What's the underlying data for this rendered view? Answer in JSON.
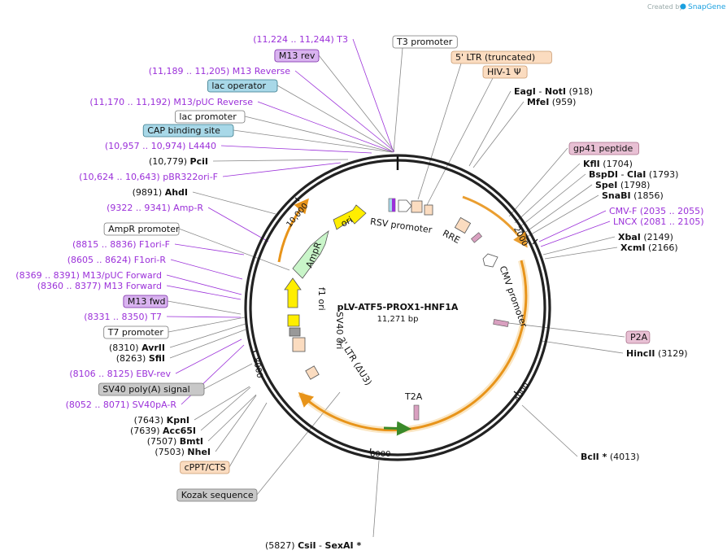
{
  "credit": {
    "prefix": "Created by",
    "brand": "SnapGene"
  },
  "plasmid": {
    "name": "pLV-ATF5-PROX1-HNF1A",
    "size": "11,271 bp"
  },
  "ring_ticks": [
    "2000",
    "4000",
    "6000",
    "8000",
    "10,000"
  ],
  "colors": {
    "backbone": "#222222",
    "primer": "#9b30d9",
    "feature_arrow": "#e8941a",
    "orf_green": "#3a8a2a"
  },
  "left_labels": [
    {
      "range": "(11,224 .. 11,244)",
      "name": "T3"
    },
    {
      "badge": "M13 rev"
    },
    {
      "range": "(11,189 .. 11,205)",
      "name": "M13 Reverse"
    },
    {
      "badge": "lac operator"
    },
    {
      "range": "(11,170 .. 11,192)",
      "name": "M13/pUC Reverse"
    },
    {
      "badge": "lac promoter"
    },
    {
      "badge": "CAP binding site"
    },
    {
      "range": "(10,957 .. 10,974)",
      "name": "L4440"
    },
    {
      "num": "(10,779)",
      "enzyme": "PciI"
    },
    {
      "range": "(10,624 .. 10,643)",
      "name": "pBR322ori-F"
    },
    {
      "num": "(9891)",
      "enzyme": "AhdI"
    },
    {
      "range": "(9322 .. 9341)",
      "name": "Amp-R"
    },
    {
      "badge": "AmpR promoter"
    },
    {
      "range": "(8815 .. 8836)",
      "name": "F1ori-F"
    },
    {
      "range": "(8605 .. 8624)",
      "name": "F1ori-R"
    },
    {
      "range": "(8369 .. 8391)",
      "name": "M13/pUC Forward"
    },
    {
      "range": "(8360 .. 8377)",
      "name": "M13 Forward"
    },
    {
      "badge": "M13 fwd"
    },
    {
      "range": "(8331 .. 8350)",
      "name": "T7"
    },
    {
      "badge": "T7 promoter"
    },
    {
      "num": "(8310)",
      "enzyme": "AvrII"
    },
    {
      "num": "(8263)",
      "enzyme": "SfiI"
    },
    {
      "range": "(8106 .. 8125)",
      "name": "EBV-rev"
    },
    {
      "badge": "SV40 poly(A) signal"
    },
    {
      "range": "(8052 .. 8071)",
      "name": "SV40pA-R"
    },
    {
      "num": "(7643)",
      "enzyme": "KpnI"
    },
    {
      "num": "(7639)",
      "enzyme": "Acc65I"
    },
    {
      "num": "(7507)",
      "enzyme": "BmtI"
    },
    {
      "num": "(7503)",
      "enzyme": "NheI"
    },
    {
      "badge": "cPPT/CTS"
    },
    {
      "badge": "Kozak sequence"
    }
  ],
  "top_labels": [
    {
      "badge": "T3 promoter"
    },
    {
      "badge": "5' LTR (truncated)"
    },
    {
      "badge": "HIV-1 Ψ"
    },
    {
      "enzyme": "EagI",
      "enzyme2": "NotI",
      "num": "(918)"
    },
    {
      "enzyme": "MfeI",
      "num": "(959)"
    }
  ],
  "right_labels": [
    {
      "badge": "gp41 peptide"
    },
    {
      "enzyme": "KflI",
      "num": "(1704)"
    },
    {
      "enzyme": "BspDI",
      "enzyme2": "ClaI",
      "num": "(1793)"
    },
    {
      "enzyme": "SpeI",
      "num": "(1798)"
    },
    {
      "enzyme": "SnaBI",
      "num": "(1856)"
    },
    {
      "name": "CMV-F",
      "range": "(2035 .. 2055)"
    },
    {
      "name": "LNCX",
      "range": "(2081 .. 2105)"
    },
    {
      "enzyme": "XbaI",
      "num": "(2149)"
    },
    {
      "enzyme": "XcmI",
      "num": "(2166)"
    },
    {
      "badge": "P2A"
    },
    {
      "enzyme": "HincII",
      "num": "(3129)"
    },
    {
      "enzyme": "BclI *",
      "num": "(4013)"
    }
  ],
  "bottom_labels": [
    {
      "num": "(5827)",
      "enzyme": "CsiI",
      "enzyme2": "SexAI *"
    }
  ],
  "inner_labels": {
    "rsv": "RSV promoter",
    "rre": "RRE",
    "cmv": "CMV promoter",
    "t2a": "T2A",
    "ltr3": "3' LTR (ΔU3)",
    "sv40ori": "SV40 ori",
    "f1ori": "f1 ori",
    "ampr": "AmpR",
    "ori": "ori"
  }
}
